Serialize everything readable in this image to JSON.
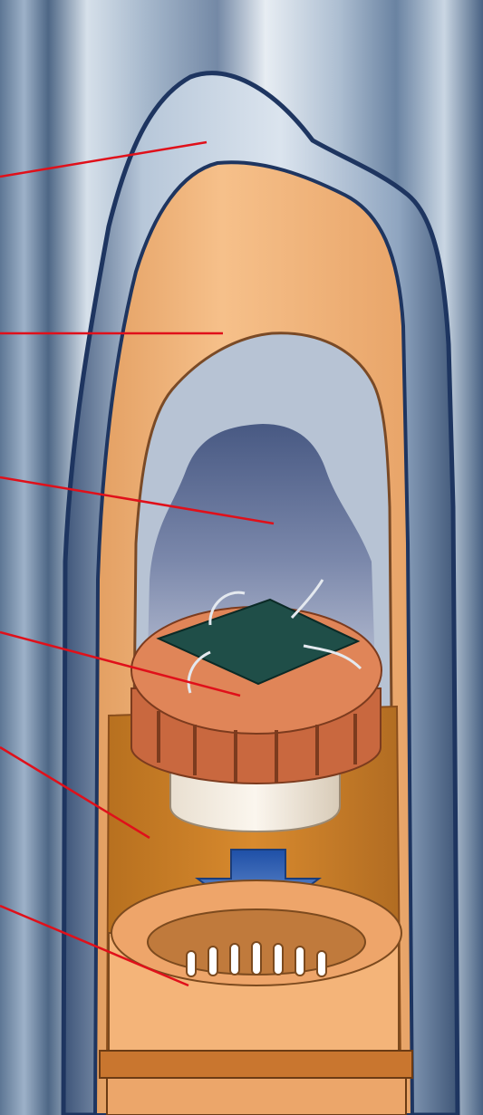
{
  "diagram": {
    "leader_color": "#e0101a",
    "leaders": [
      {
        "id": "outer-shell"
      },
      {
        "id": "inner-casing"
      },
      {
        "id": "cavity"
      },
      {
        "id": "chip-carrier"
      },
      {
        "id": "body-tube"
      },
      {
        "id": "socket-base"
      }
    ],
    "colors": {
      "background_dark": "#4f6888",
      "background_light": "#dfe6ef",
      "shell": "#c3d2e0",
      "shell_outline": "#1e3560",
      "casing": "#f0b27a",
      "casing_dark": "#c98446",
      "cavity": "#5b6c95",
      "carrier": "#dd7a4c",
      "chip": "#1f4e48",
      "arrow": "#2f5fb0",
      "socket": "#f4b479"
    }
  }
}
